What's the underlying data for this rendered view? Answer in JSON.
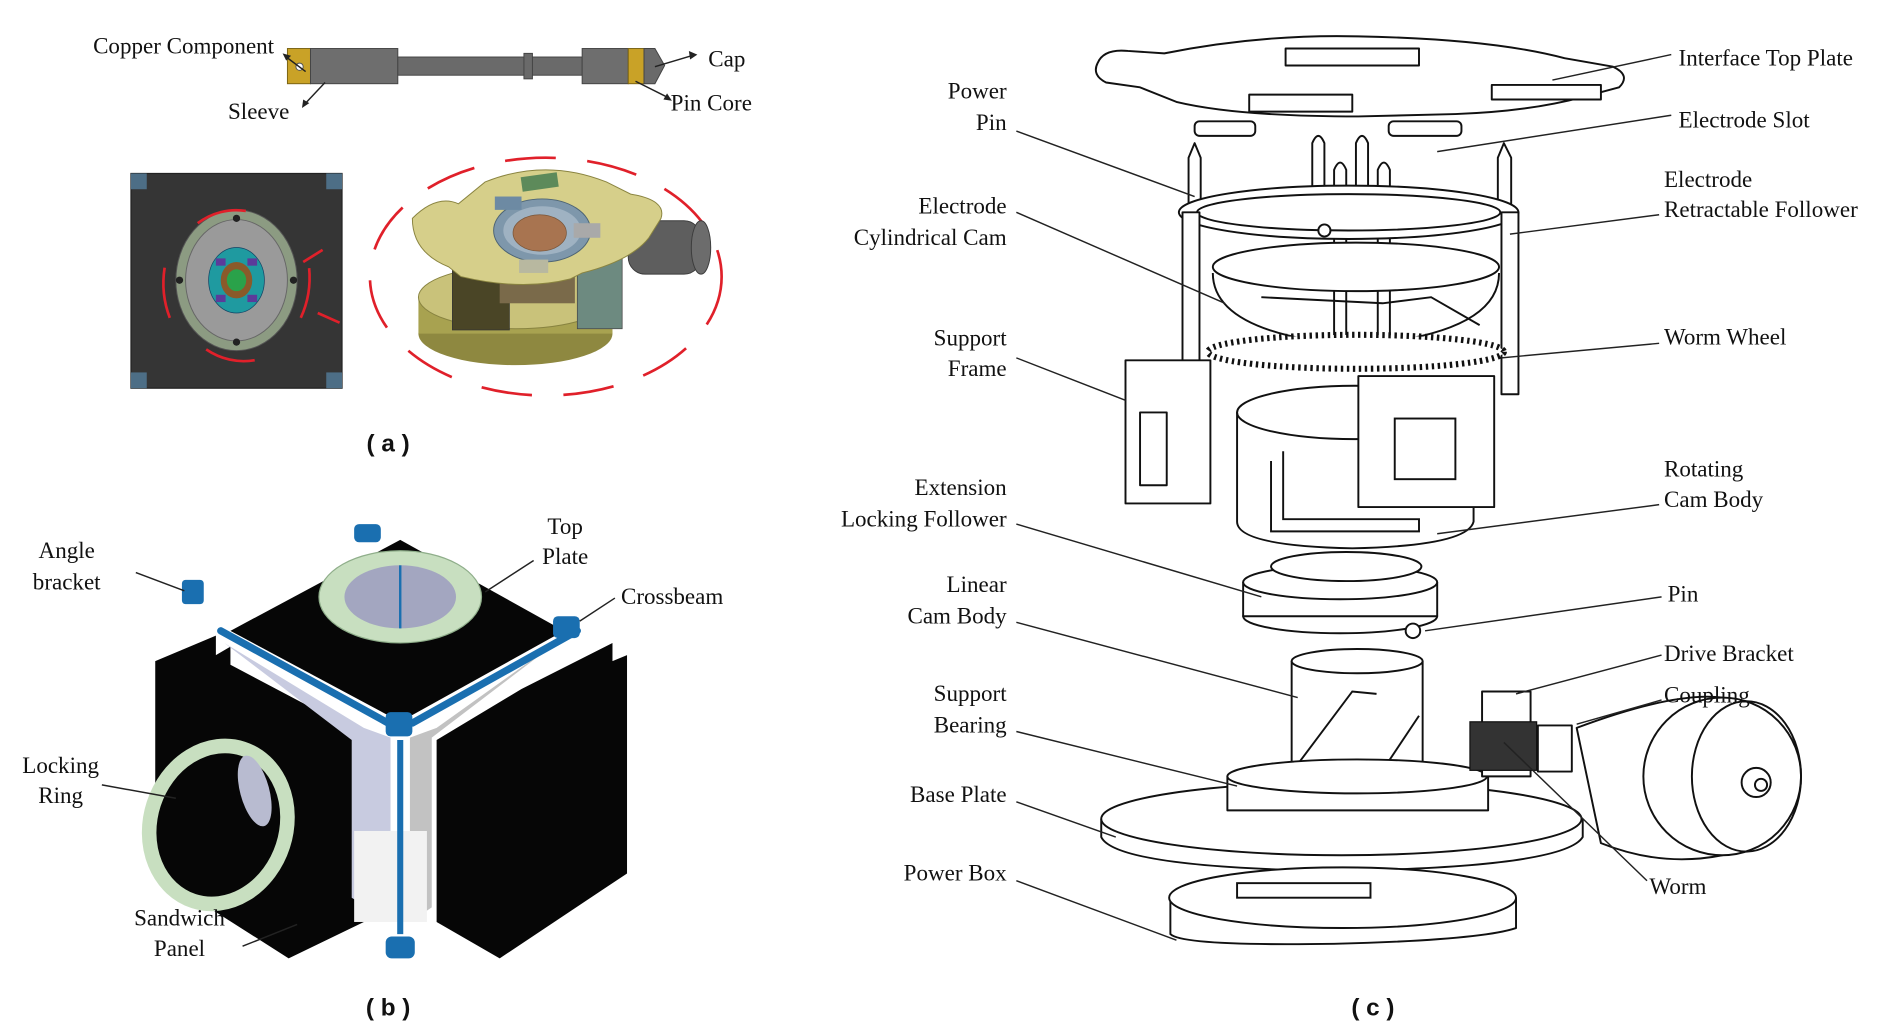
{
  "figure": {
    "panels": [
      {
        "id": "a",
        "caption": "( a )",
        "labels": {
          "copper_component": "Copper Component",
          "sleeve": "Sleeve",
          "cap": "Cap",
          "pin_core": "Pin Core"
        }
      },
      {
        "id": "b",
        "caption": "( b )",
        "labels": {
          "angle_bracket": [
            "Angle",
            "bracket"
          ],
          "top_plate": [
            "Top",
            "Plate"
          ],
          "crossbeam": "Crossbeam",
          "locking_ring": [
            "Locking",
            "Ring"
          ],
          "sandwich_panel": [
            "Sandwich",
            "Panel"
          ]
        }
      },
      {
        "id": "c",
        "caption": "( c )",
        "labels_left": {
          "power_pin": [
            "Power",
            "Pin"
          ],
          "electrode_cylindrical_cam": [
            "Electrode",
            "Cylindrical Cam"
          ],
          "support_frame": [
            "Support",
            "Frame"
          ],
          "extension_locking_follower": [
            "Extension",
            "Locking Follower"
          ],
          "linear_cam_body": [
            "Linear",
            "Cam Body"
          ],
          "support_bearing": [
            "Support",
            "Bearing"
          ],
          "base_plate": "Base Plate",
          "power_box": "Power Box"
        },
        "labels_right": {
          "interface_top_plate": "Interface Top Plate",
          "electrode_slot": "Electrode Slot",
          "electrode_retractable_follower": [
            "Electrode",
            "Retractable Follower"
          ],
          "worm_wheel": "Worm Wheel",
          "rotating_cam_body": [
            "Rotating",
            "Cam Body"
          ],
          "pin": "Pin",
          "drive_bracket": "Drive Bracket",
          "coupling": "Coupling",
          "worm": "Worm"
        }
      }
    ],
    "colors": {
      "copper": "#c9a227",
      "pin_gray": "#6e6e6e",
      "dark_panel": "#353535",
      "module_tan": "#c9c27a",
      "motor_gray": "#5e5e5e",
      "rotation_arrow_red": "#e0202a",
      "structure_blue": "#1a6fb0",
      "ring_green": "#c8dfc0",
      "panel_black": "#060606"
    }
  }
}
